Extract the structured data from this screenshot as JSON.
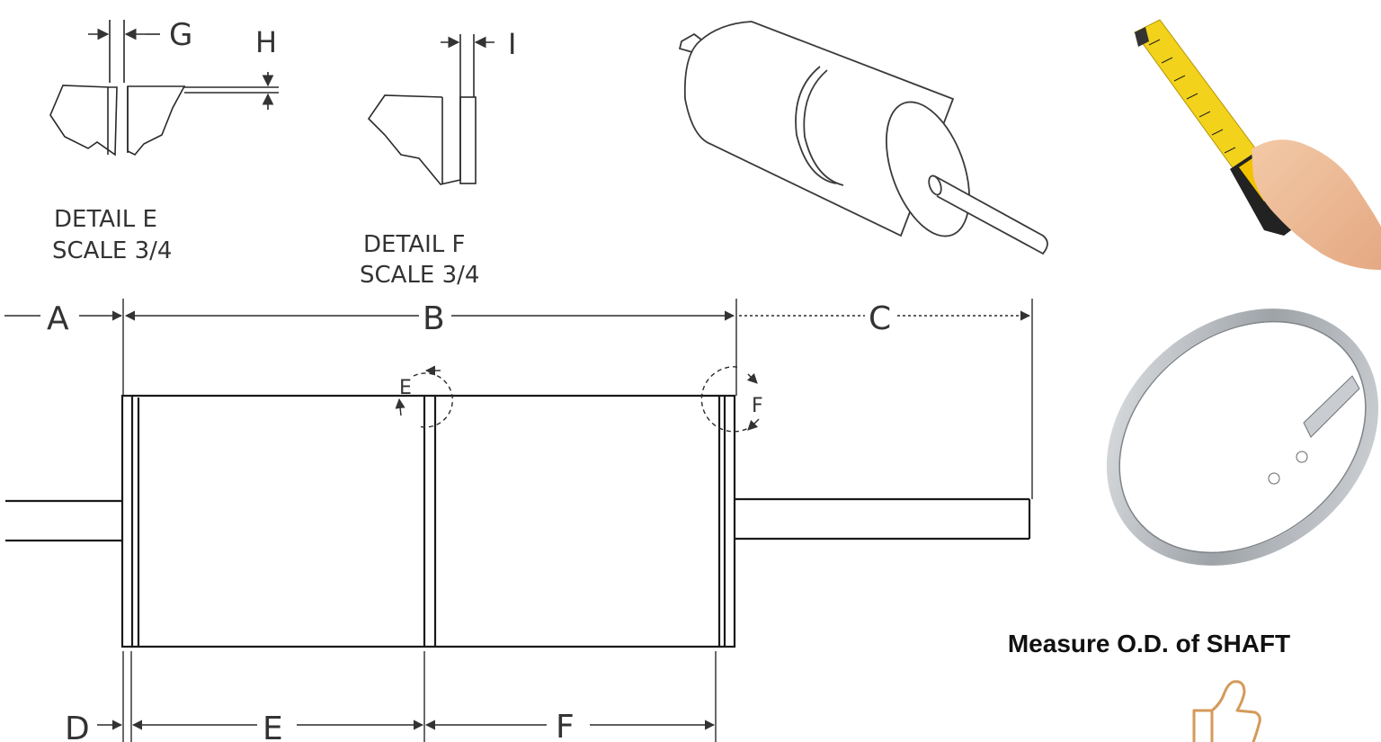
{
  "drawing": {
    "detail_e": {
      "title": "DETAIL  E",
      "scale": "SCALE 3/4",
      "dim_g": "G",
      "dim_h": "H"
    },
    "detail_f": {
      "title": "DETAIL  F",
      "scale": "SCALE 3/4",
      "dim_i": "I"
    },
    "dims": {
      "a": "A",
      "b": "B",
      "c": "C",
      "d": "D",
      "e": "E",
      "f": "F"
    },
    "callouts": {
      "e": "E",
      "f": "F"
    }
  },
  "caption": "Measure O.D. of SHAFT",
  "icons": [
    "tape-measure-icon",
    "steel-band-icon",
    "thumbs-up-icon"
  ],
  "colors": {
    "tape": "#f2d21b",
    "tape_case": "#222222",
    "band": "#b9bcc0",
    "thumbs": "#d49a5a",
    "ink": "#222222"
  }
}
